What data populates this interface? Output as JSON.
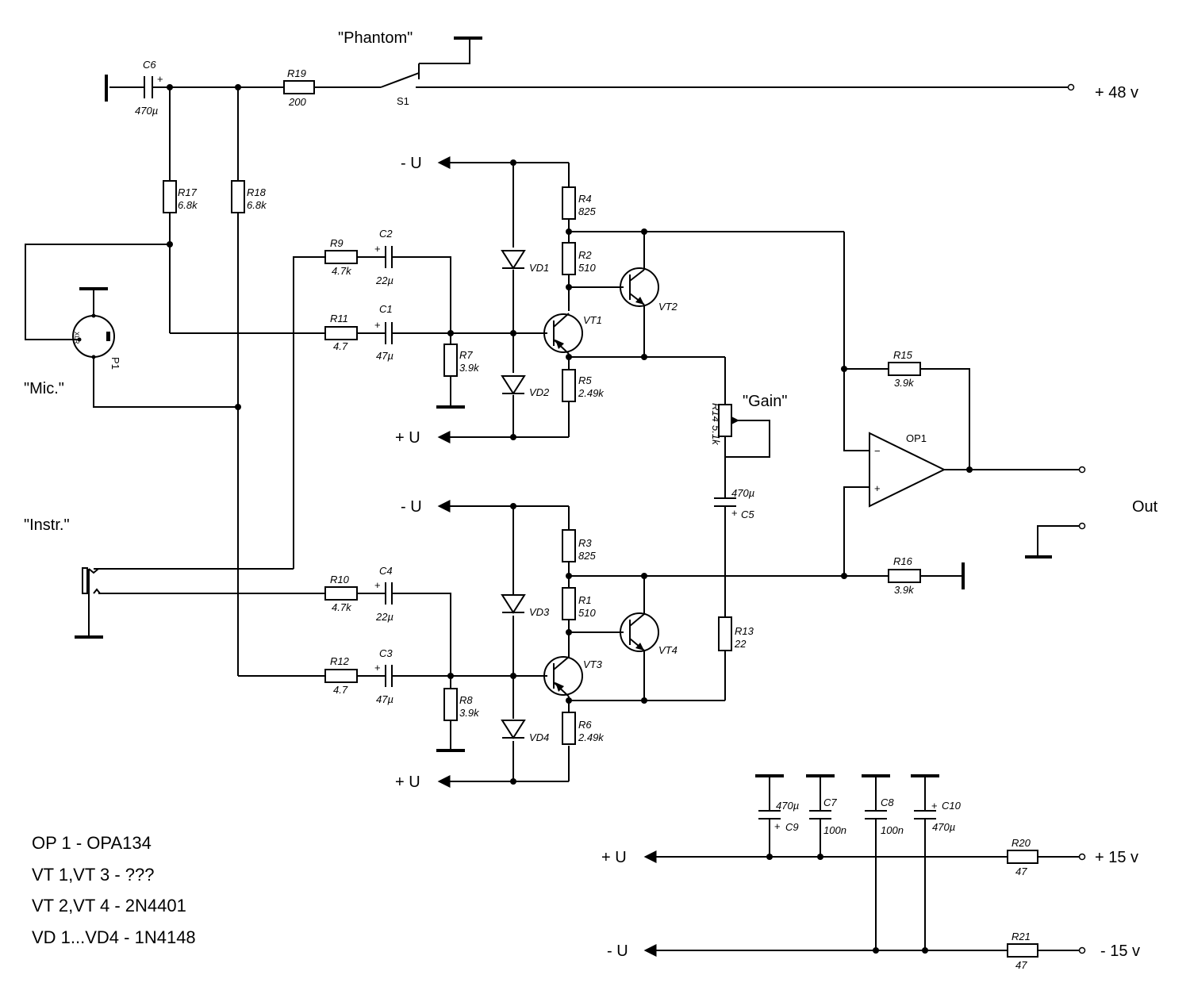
{
  "rails": {
    "p48": "+ 48 v",
    "minus_u_top": "- U",
    "plus_u_mid": "+ U",
    "minus_u_lower": "- U",
    "plus_u_lower": "+ U",
    "plus_u_psu": "+ U",
    "minus_u_psu": "- U",
    "p15": "+ 15 v",
    "m15": "- 15 v"
  },
  "quoted_labels": {
    "phantom": "\"Phantom\"",
    "mic": "\"Mic.\"",
    "instr": "\"Instr.\"",
    "gain": "\"Gain\"",
    "out": "Out"
  },
  "switch": {
    "name": "S1"
  },
  "connector": {
    "name": "P1",
    "xlr": "XLR"
  },
  "opamp": {
    "name": "OP1",
    "minus": "−",
    "plus": "+"
  },
  "components": {
    "C6": {
      "name": "C6",
      "value": "470µ"
    },
    "R19": {
      "name": "R19",
      "value": "200"
    },
    "R17": {
      "name": "R17",
      "value": "6.8k"
    },
    "R18": {
      "name": "R18",
      "value": "6.8k"
    },
    "R9": {
      "name": "R9",
      "value": "4.7k"
    },
    "C2": {
      "name": "C2",
      "value": "22µ"
    },
    "R11": {
      "name": "R11",
      "value": "4.7"
    },
    "C1": {
      "name": "C1",
      "value": "47µ"
    },
    "R7": {
      "name": "R7",
      "value": "3.9k"
    },
    "R4": {
      "name": "R4",
      "value": "825"
    },
    "R2": {
      "name": "R2",
      "value": "510"
    },
    "R5": {
      "name": "R5",
      "value": "2.49k"
    },
    "VD1": {
      "name": "VD1"
    },
    "VD2": {
      "name": "VD2"
    },
    "VT1": {
      "name": "VT1"
    },
    "VT2": {
      "name": "VT2"
    },
    "R14": {
      "name": "R14",
      "value": "5.1k"
    },
    "C5": {
      "name": "C5",
      "value": "470µ"
    },
    "R15": {
      "name": "R15",
      "value": "3.9k"
    },
    "R16": {
      "name": "R16",
      "value": "3.9k"
    },
    "R10": {
      "name": "R10",
      "value": "4.7k"
    },
    "C4": {
      "name": "C4",
      "value": "22µ"
    },
    "R12": {
      "name": "R12",
      "value": "4.7"
    },
    "C3": {
      "name": "C3",
      "value": "47µ"
    },
    "R8": {
      "name": "R8",
      "value": "3.9k"
    },
    "R3": {
      "name": "R3",
      "value": "825"
    },
    "R1": {
      "name": "R1",
      "value": "510"
    },
    "R6": {
      "name": "R6",
      "value": "2.49k"
    },
    "VD3": {
      "name": "VD3"
    },
    "VD4": {
      "name": "VD4"
    },
    "VT3": {
      "name": "VT3"
    },
    "VT4": {
      "name": "VT4"
    },
    "R13": {
      "name": "R13",
      "value": "22"
    },
    "C9": {
      "name": "C9",
      "value": "470µ"
    },
    "C7": {
      "name": "C7",
      "value": "100n"
    },
    "C8": {
      "name": "C8",
      "value": "100n"
    },
    "C10": {
      "name": "C10",
      "value": "470µ"
    },
    "R20": {
      "name": "R20",
      "value": "47"
    },
    "R21": {
      "name": "R21",
      "value": "47"
    }
  },
  "parts_list": [
    "OP 1 - OPA134",
    "VT 1,VT 3 - ???",
    "VT 2,VT 4 - 2N4401",
    "VD 1...VD4 - 1N4148"
  ]
}
